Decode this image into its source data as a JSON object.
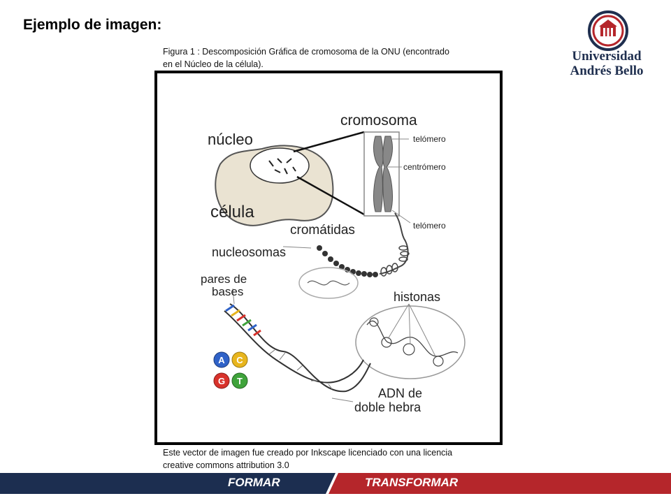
{
  "slide": {
    "title": "Ejemplo de imagen:",
    "caption": "Figura 1 : Descomposición Gráfica de cromosoma de la ONU (encontrado en el Núcleo de la célula).",
    "credit": "Este vector de imagen fue creado por Inkscape licenciado con una licencia creative  commons  attribution 3.0"
  },
  "logo": {
    "line1": "Universidad",
    "line2": "Andrés Bello",
    "color": "#1f2f4f",
    "accent": "#b5262b"
  },
  "diagram": {
    "labels": {
      "nucleo": "núcleo",
      "celula": "célula",
      "cromosoma": "cromosoma",
      "telomero_top": "telómero",
      "centromero": "centrómero",
      "telomero_bottom": "telómero",
      "cromatidas": "cromátidas",
      "nucleosomas": "nucleosomas",
      "pares_de": "pares de",
      "bases": "bases",
      "histonas": "histonas",
      "adn_de": "ADN de",
      "doble_hebra": "doble hebra"
    },
    "bases": [
      {
        "letter": "A",
        "color": "#2f62c8"
      },
      {
        "letter": "C",
        "color": "#e8b51d"
      },
      {
        "letter": "G",
        "color": "#d8322b"
      },
      {
        "letter": "T",
        "color": "#3fa33b"
      }
    ]
  },
  "footer": {
    "left_label": "FORMAR",
    "right_label": "TRANSFORMAR",
    "left_color": "#1c2e50",
    "right_color": "#b5262b"
  }
}
